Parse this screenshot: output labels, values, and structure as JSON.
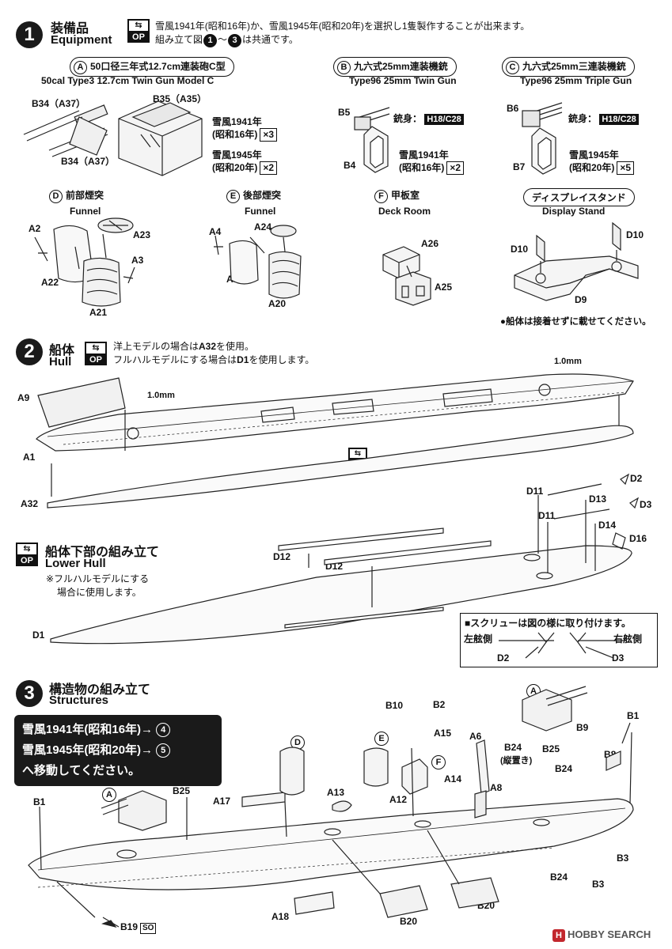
{
  "step1": {
    "number": "1",
    "title_jp": "装備品",
    "title_en": "Equipment",
    "op": {
      "arrow": "⇆",
      "label": "OP"
    },
    "note_line1": "雪風1941年(昭和16年)か、雪風1945年(昭和20年)を選択し1隻製作することが出来ます。",
    "note_line2_pre": "組み立て図",
    "note_line2_a": "1",
    "note_line2_mid": "〜",
    "note_line2_b": "3",
    "note_line2_post": "は共通です。",
    "subassemblies": [
      {
        "letter": "A",
        "title_jp": "50口径三年式12.7cm連装砲C型",
        "title_en": "50cal Type3 12.7cm Twin Gun Model C"
      },
      {
        "letter": "B",
        "title_jp": "九六式25mm連装機銃",
        "title_en": "Type96 25mm Twin Gun"
      },
      {
        "letter": "C",
        "title_jp": "九六式25mm三連装機銃",
        "title_en": "Type96 25mm Triple Gun"
      },
      {
        "letter": "D",
        "title_jp": "前部煙突",
        "title_en": "Funnel"
      },
      {
        "letter": "E",
        "title_jp": "後部煙突",
        "title_en": "Funnel"
      },
      {
        "letter": "F",
        "title_jp": "甲板室",
        "title_en": "Deck Room"
      },
      {
        "letter": "",
        "title_jp": "ディスプレイスタンド",
        "title_en": "Display Stand"
      }
    ],
    "a_parts": {
      "b34_top": "B34（A37）",
      "b35": "B35（A35）",
      "b34_bottom": "B34（A37）"
    },
    "a_versions": [
      {
        "line1": "雪風1941年",
        "line2": "(昭和16年)",
        "qty": "×3"
      },
      {
        "line1": "雪風1945年",
        "line2": "(昭和20年)",
        "qty": "×2"
      }
    ],
    "b_parts": {
      "b5": "B5",
      "b4": "B4",
      "barrel_label": "銃身：",
      "barrel_tag": "H18/C28"
    },
    "b_version": {
      "line1": "雪風1941年",
      "line2": "(昭和16年)",
      "qty": "×2"
    },
    "c_parts": {
      "b6": "B6",
      "b7": "B7",
      "barrel_label": "銃身：",
      "barrel_tag": "H18/C28"
    },
    "c_version": {
      "line1": "雪風1945年",
      "line2": "(昭和20年)",
      "qty": "×5"
    },
    "d_parts": {
      "a2": "A2",
      "a23": "A23",
      "a3": "A3",
      "a22": "A22",
      "a21": "A21"
    },
    "e_parts": {
      "a4": "A4",
      "a24": "A24",
      "a19": "A19",
      "a20": "A20"
    },
    "f_parts": {
      "a26": "A26",
      "a25": "A25"
    },
    "stand_parts": {
      "d10_left": "D10",
      "d10_right": "D10",
      "d9": "D9"
    },
    "stand_note": "●船体は接着せずに載せてください。"
  },
  "step2": {
    "number": "2",
    "title_jp": "船体",
    "title_en": "Hull",
    "op": {
      "arrow": "⇆",
      "label": "OP"
    },
    "note_line1_pre": "洋上モデルの場合は",
    "note_line1_part": "A32",
    "note_line1_post": "を使用。",
    "note_line2_pre": "フルハルモデルにする場合は",
    "note_line2_part": "D1",
    "note_line2_post": "を使用します。",
    "drill_top": "1.0mm",
    "drill_mid": "1.0mm",
    "parts": {
      "a9": "A9",
      "a1": "A1",
      "a32": "A32"
    },
    "mid_op": {
      "arrow": "⇆",
      "label": "OP"
    }
  },
  "lower_hull": {
    "op": {
      "arrow": "⇆",
      "label": "OP"
    },
    "title_jp": "船体下部の組み立て",
    "title_en": "Lower Hull",
    "note_line1": "※フルハルモデルにする",
    "note_line2": "場合に使用します。",
    "parts": {
      "d2": "D2",
      "d11_a": "D11",
      "d13": "D13",
      "d3": "D3",
      "d11_b": "D11",
      "d14": "D14",
      "d16": "D16",
      "d12_a": "D12",
      "d12_b": "D12",
      "d1": "D1"
    },
    "screw": {
      "title": "■スクリューは図の様に取り付けます。",
      "left_label": "左舷側",
      "right_label": "右舷側",
      "d2": "D2",
      "d3": "D3"
    }
  },
  "step3": {
    "number": "3",
    "title_jp": "構造物の組み立て",
    "title_en": "Structures",
    "box_line1": "雪風1941年(昭和16年)→",
    "box_line1_num": "4",
    "box_line2": "雪風1945年(昭和20年)→",
    "box_line2_num": "5",
    "box_line3": "へ移動してください。",
    "parts": {
      "b1_left": "B1",
      "a_left": "A",
      "b25_left": "B25",
      "a17": "A17",
      "d_marker": "D",
      "a13": "A13",
      "e_marker": "E",
      "a12": "A12",
      "b10": "B10",
      "b2": "B2",
      "a15": "A15",
      "f_marker": "F",
      "a14": "A14",
      "a6": "A6",
      "a8": "A8",
      "b24_a": "B24",
      "b24_vert": "(縦置き)",
      "a_right": "A",
      "b25_right": "B25",
      "b9": "B9",
      "b24_b": "B24",
      "b8": "B8",
      "b1_right": "B1",
      "b3_a": "B3",
      "b3_b": "B3",
      "b24_c": "B24",
      "a18": "A18",
      "b20_a": "B20",
      "b20_b": "B20",
      "b19": "B19",
      "b19_tag": "SO"
    }
  },
  "watermark": {
    "logo": "H",
    "text": "HOBBY SEARCH"
  }
}
